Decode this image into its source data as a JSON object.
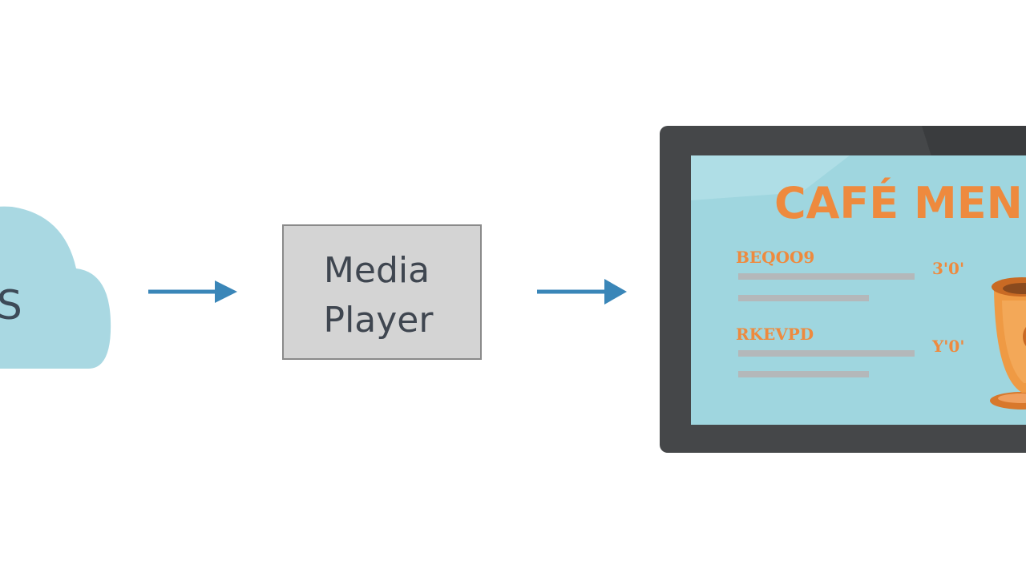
{
  "diagram": {
    "cloud": {
      "label": "S",
      "icon": "cloud-icon",
      "color": "#a9d8e2"
    },
    "player": {
      "label_line1": "Media",
      "label_line2": "Player"
    },
    "arrows": {
      "color": "#3a86b8"
    },
    "display": {
      "bezel_color": "#454749",
      "screen_color": "#9fd6df",
      "title": "CAFÉ MEN",
      "items": [
        {
          "name": "BEQOO9",
          "price": "3'0'"
        },
        {
          "name": "RKEVPD",
          "price": "Y'0'"
        }
      ],
      "accent_color": "#ee8a3e",
      "icon": "coffee-cup-icon"
    }
  }
}
